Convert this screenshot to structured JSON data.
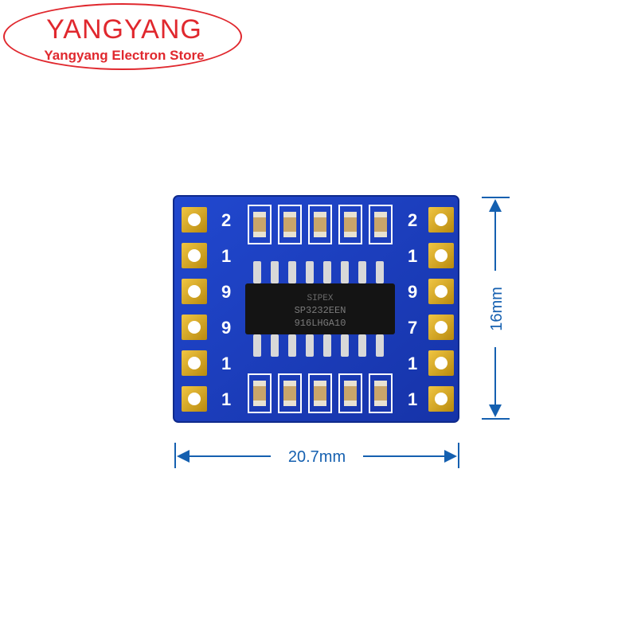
{
  "logo": {
    "title": "YANGYANG",
    "subtitle": "Yangyang Electron Store"
  },
  "chip": {
    "line1": "SIPEX",
    "line2": "SP3232EEN",
    "line3": "916LHGA10"
  },
  "dimensions": {
    "height_label": "16mm",
    "width_label": "20.7mm"
  },
  "silkscreen": {
    "left": [
      "2",
      "1",
      "9",
      "9",
      "1",
      "1"
    ],
    "right": [
      "2",
      "1",
      "9",
      "7",
      "1",
      "1"
    ]
  },
  "colors": {
    "brand": "#e0282e",
    "pcb": "#1a3fbf",
    "pad": "#d4a017",
    "dimension": "#1560b0"
  }
}
